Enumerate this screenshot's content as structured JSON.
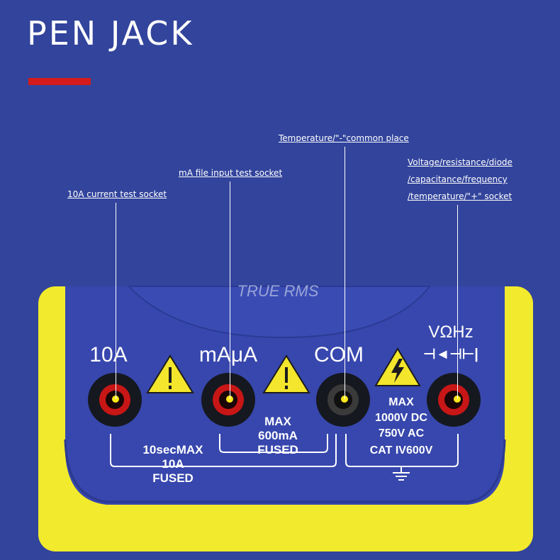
{
  "title": "PEN JACK",
  "colors": {
    "background": "#32449c",
    "accent_bar": "#d31b1b",
    "bezel_yellow": "#f2ea2c",
    "panel_blue": "#3747ad",
    "socket_red": "#c81616",
    "socket_black": "#3a3a3a",
    "marker_dot": "#ffe81a",
    "warning_yellow": "#f3e62c"
  },
  "callouts": {
    "ten_a": "10A current test socket",
    "ma": "mA file input test socket",
    "com": "Temperature/\"-\"common place",
    "v_lines": [
      "Voltage/resistance/diode",
      "/capacitance/frequency",
      "/temperature/\"+\" socket"
    ]
  },
  "meter": {
    "top_label": "TRUE RMS",
    "sockets": {
      "ten_a": "10A",
      "ma": "mAμA",
      "com": "COM",
      "v": "VΩHz",
      "v_symbols": "⊣◄⊣⊢|"
    },
    "ratings": {
      "ten_a": [
        "10secMAX",
        "10A",
        "FUSED"
      ],
      "ma": [
        "MAX",
        "600mA",
        "FUSED"
      ],
      "v": [
        "MAX",
        "1000V DC",
        "750V AC",
        "CAT IV600V"
      ]
    }
  }
}
